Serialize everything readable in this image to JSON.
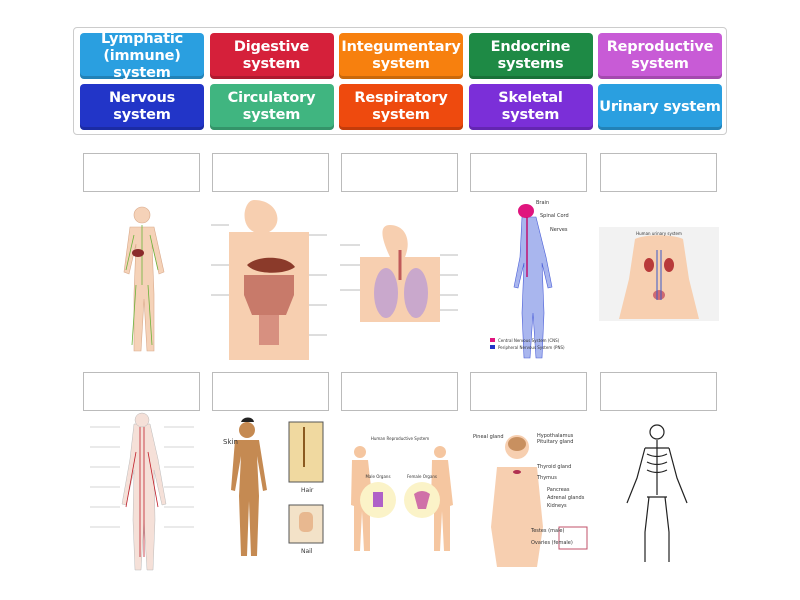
{
  "tiles": [
    {
      "label": "Lymphatic (immune) system",
      "color": "#2a9fe0"
    },
    {
      "label": "Digestive system",
      "color": "#d5203a"
    },
    {
      "label": "Integumentary system",
      "color": "#f7800e"
    },
    {
      "label": "Endocrine systems",
      "color": "#1e8a45"
    },
    {
      "label": "Reproductive system",
      "color": "#c85bd6"
    },
    {
      "label": "Nervous system",
      "color": "#2235c8"
    },
    {
      "label": "Circulatory system",
      "color": "#40b580"
    },
    {
      "label": "Respiratory system",
      "color": "#ee4a0e"
    },
    {
      "label": "Skeletal system",
      "color": "#7b2fd8"
    },
    {
      "label": "Urinary system",
      "color": "#2a9fe0"
    }
  ],
  "drop_slots_empty": 10,
  "images": {
    "nervous": {
      "brain": "Brain",
      "spinal_cord": "Spinal Cord",
      "nerves": "Nerves",
      "cns": "Central Nervous System (CNS)",
      "pns": "Peripheral Nervous System (PNS)"
    },
    "urinary": {
      "title": "Human urinary system"
    },
    "integumentary": {
      "skin": "Skin",
      "hair": "Hair",
      "nail": "Nail"
    },
    "reproductive": {
      "title": "Human Reproductive System",
      "male": "Male Organs",
      "female": "Female Organs"
    },
    "endocrine": {
      "pineal": "Pineal gland",
      "hypothalamus": "Hypothalamus",
      "pituitary": "Pituitary gland",
      "thyroid": "Thyroid gland",
      "thymus": "Thymus",
      "pancreas": "Pancreas",
      "adrenal": "Adrenal glands",
      "kidneys": "Kidneys",
      "testes": "Testes (male)",
      "ovaries": "Ovaries (female)"
    }
  }
}
